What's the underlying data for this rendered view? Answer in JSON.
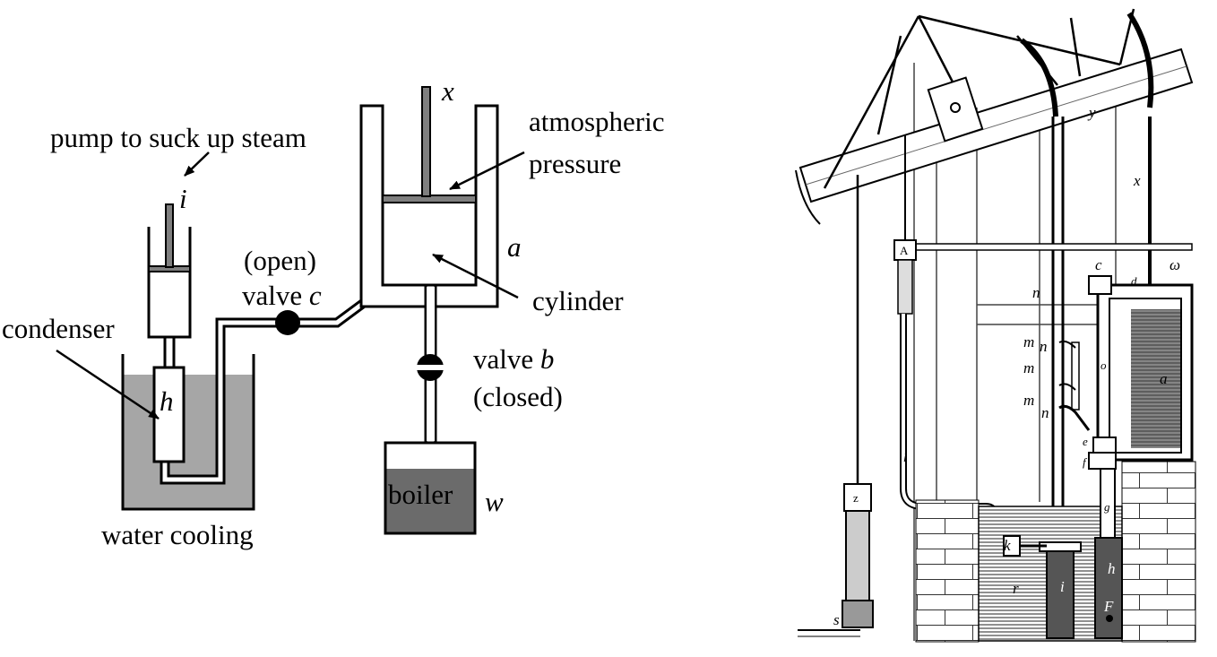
{
  "schematic": {
    "pump_label": "pump to suck up steam",
    "pump_letter": "i",
    "piston_rod_letter": "x",
    "atmospheric_line1": "atmospheric",
    "atmospheric_line2": "pressure",
    "cylinder_letter": "a",
    "cylinder_label": "cylinder",
    "valve_c_line1": "(open)",
    "valve_c_word": "valve",
    "valve_c_letter": "c",
    "valve_b_word": "valve",
    "valve_b_letter": "b",
    "valve_b_state": "(closed)",
    "condenser_label": "condenser",
    "condenser_letter": "h",
    "water_cooling_label": "water cooling",
    "boiler_label": "boiler",
    "boiler_letter": "w",
    "colors": {
      "line": "#000000",
      "rod": "#7f7f7f",
      "water": "#a6a6a6",
      "boiler_water": "#6b6b6b"
    }
  },
  "engraving": {
    "letters": {
      "y": "y",
      "x": "x",
      "n_top": "n",
      "c": "c",
      "omega": "ω",
      "a": "a",
      "m1": "m",
      "n1": "n",
      "m2": "m",
      "m3": "m",
      "n3": "n",
      "e": "e",
      "f": "f",
      "g": "g",
      "k": "k",
      "r": "r",
      "i": "i",
      "h": "h",
      "F": "F",
      "s": "s",
      "A": "A",
      "z": "z",
      "l": "l",
      "d": "d",
      "o": "o"
    }
  }
}
